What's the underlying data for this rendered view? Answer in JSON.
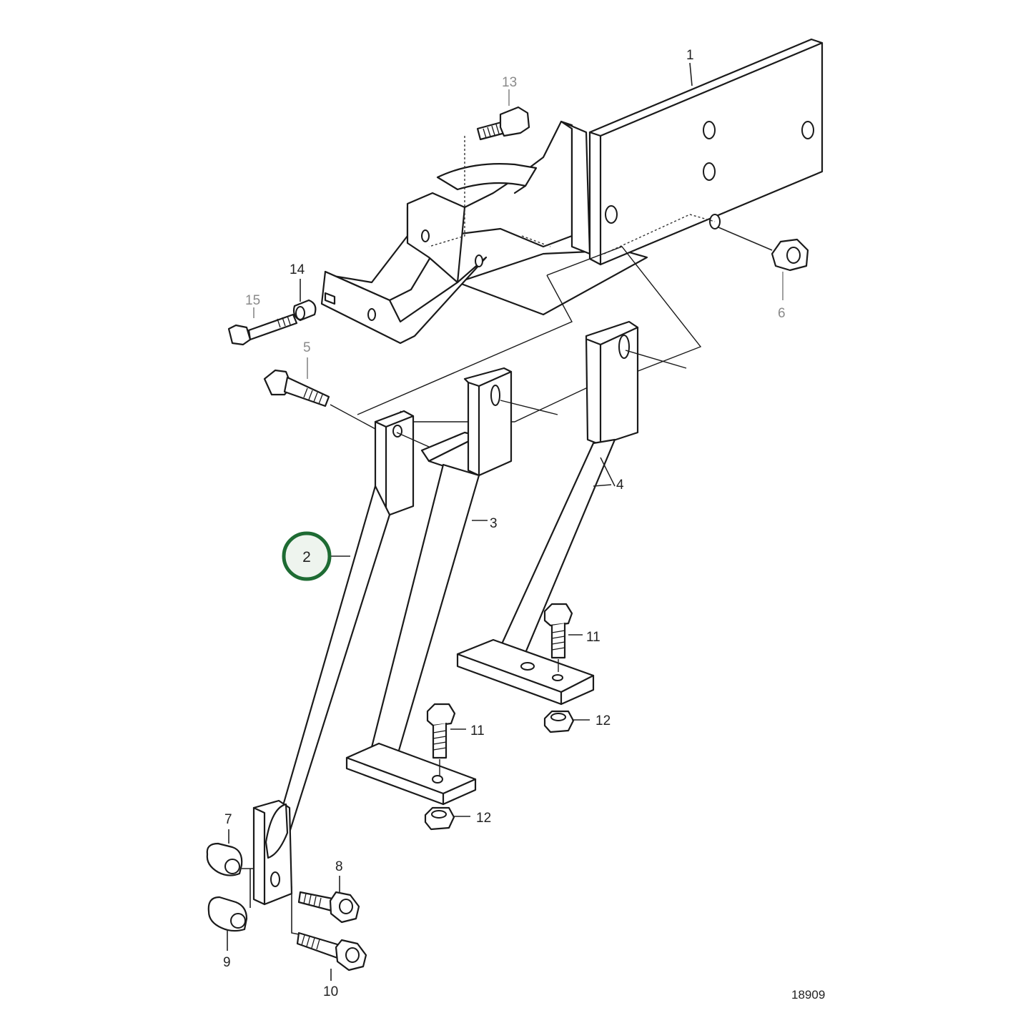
{
  "drawing_number": "18909",
  "highlight": {
    "label": "2",
    "ring_color": "#1e6b33"
  },
  "callouts": {
    "c1": "1",
    "c3": "3",
    "c4": "4",
    "c5": "5",
    "c6": "6",
    "c7": "7",
    "c8": "8",
    "c9": "9",
    "c10": "10",
    "c11a": "11",
    "c11b": "11",
    "c12a": "12",
    "c12b": "12",
    "c13": "13",
    "c14": "14",
    "c15": "15"
  },
  "colors": {
    "line": "#1a1a1a",
    "grey_label": "#8a8a8a",
    "highlight": "#1e6b33"
  }
}
